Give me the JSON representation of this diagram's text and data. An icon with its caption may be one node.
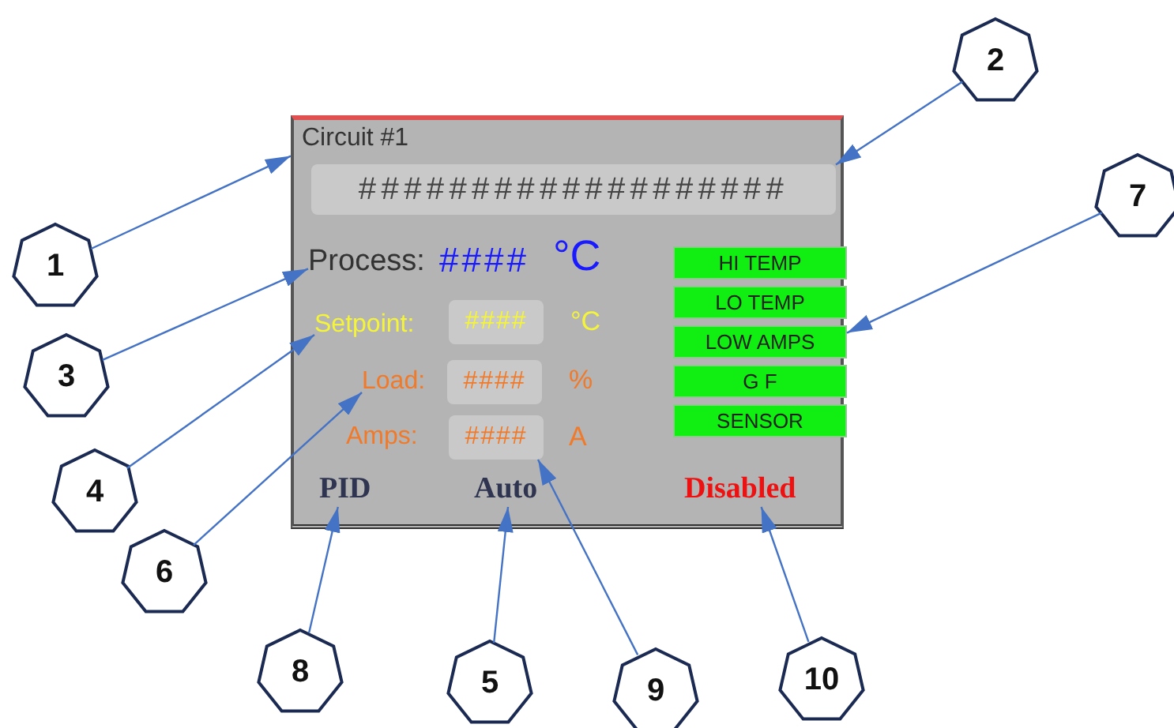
{
  "diagram": {
    "nodes": [
      {
        "text": [
          "2"
        ]
      },
      {
        "text": [
          "Circuit #1"
        ]
      },
      {
        "text": [
          "###################"
        ],
        "in": 1
      },
      {
        "text": [
          "7"
        ]
      },
      {
        "text": [
          "1"
        ]
      },
      {
        "text": [
          "Process:"
        ],
        "in": 1
      },
      {
        "text": [
          "HI TEMP"
        ],
        "in": 1
      },
      {
        "text": [
          "LO TEMP"
        ],
        "in": 1
      },
      {
        "text": [
          "3"
        ]
      },
      {
        "text": [
          "Setpoint:"
        ],
        "in": 1
      },
      {
        "text": [
          "####"
        ],
        "in": 1
      },
      {
        "text": [
          "LOW AMPS"
        ],
        "in": 1
      },
      {
        "text": [
          "G F"
        ],
        "in": 1
      },
      {
        "text": [
          "Load:"
        ],
        "in": 1
      },
      {
        "text": [
          "####"
        ],
        "in": 1
      },
      {
        "text": [
          "4"
        ]
      },
      {
        "text": [
          "SENSOR"
        ],
        "in": 1
      },
      {
        "text": [
          "Amps:"
        ],
        "in": 1
      },
      {
        "text": [
          "####"
        ],
        "in": 1
      },
      {
        "text": [
          "PID"
        ],
        "in": 1
      },
      {
        "text": [
          "Auto"
        ],
        "in": 1
      },
      {
        "text": [
          "Disabled"
        ],
        "in": 1
      },
      {
        "text": [
          "6"
        ]
      },
      {
        "text": [
          "8"
        ]
      },
      {
        "text": [
          "5"
        ]
      },
      {
        "text": [
          "9"
        ]
      },
      {
        "text": [
          "10"
        ]
      }
    ],
    "edges": [
      {
        "from": 4,
        "to": 1,
        "arrow": "to"
      },
      {
        "from": 0,
        "to": 2,
        "arrow": "to"
      },
      {
        "from": 3,
        "to": 11,
        "arrow": "to"
      },
      {
        "from": 8,
        "to": 5,
        "arrow": "to"
      },
      {
        "from": 15,
        "to": 9,
        "arrow": "to"
      },
      {
        "from": 22,
        "to": 13,
        "arrow": "to"
      },
      {
        "from": 23,
        "to": 19,
        "arrow": "to"
      },
      {
        "from": 24,
        "to": 20,
        "arrow": "to"
      },
      {
        "from": 25,
        "to": 18,
        "arrow": "to"
      },
      {
        "from": 26,
        "to": 21,
        "arrow": "to"
      }
    ],
    "labels": [
      "####",
      "°C",
      "°C",
      "%",
      "A"
    ]
  }
}
